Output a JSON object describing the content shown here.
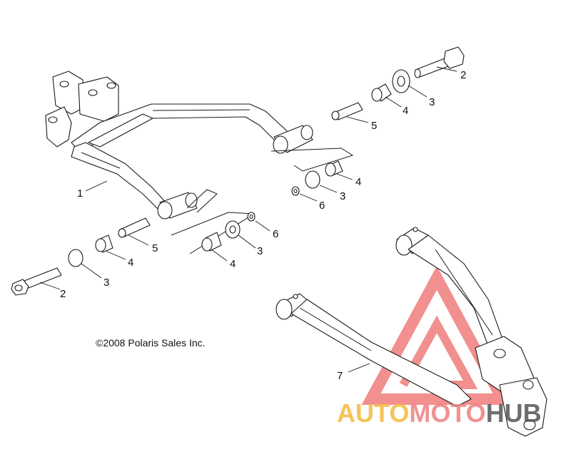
{
  "diagram": {
    "copyright": "©2008 Polaris Sales Inc.",
    "callouts": {
      "c1": "1",
      "c2_top": "2",
      "c3_top": "3",
      "c4_top": "4",
      "c5_top": "5",
      "c4_mid": "4",
      "c3_mid": "3",
      "c6_mid": "6",
      "c5_left": "5",
      "c4_left": "4",
      "c3_left": "3",
      "c2_left": "2",
      "c6_center": "6",
      "c3_center": "3",
      "c4_center": "4",
      "c7": "7"
    }
  },
  "watermark": {
    "part1": "AUTO",
    "part2": "MOTO",
    "part3": "HUB",
    "colors": {
      "auto": "#f6b93b",
      "moto": "#ef7f7f",
      "hub": "#555555",
      "logo": "#ee6a6a"
    }
  }
}
